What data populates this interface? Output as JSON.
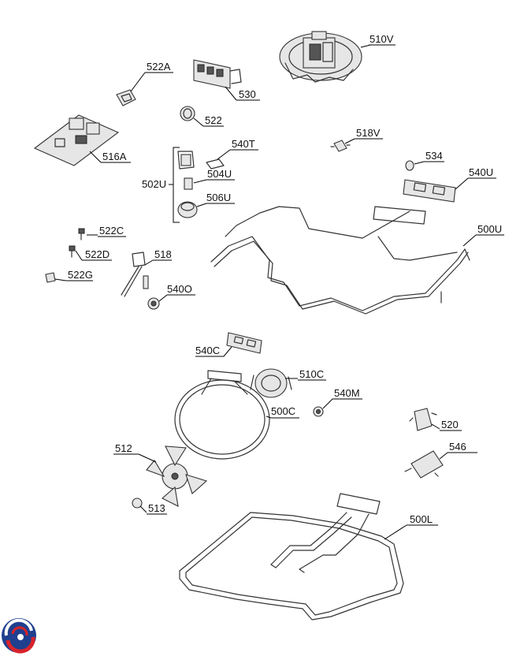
{
  "labels": {
    "p510V": "510V",
    "p522A": "522A",
    "p530": "530",
    "p522": "522",
    "p516A": "516A",
    "p540T": "540T",
    "p518V": "518V",
    "p534": "534",
    "p540U": "540U",
    "p502U": "502U",
    "p504U": "504U",
    "p506U": "506U",
    "p500U": "500U",
    "p522C": "522C",
    "p522D": "522D",
    "p518": "518",
    "p522G": "522G",
    "p540O": "540O",
    "p540C": "540C",
    "p510C": "510C",
    "p540M": "540M",
    "p500C": "500C",
    "p520": "520",
    "p546": "546",
    "p512": "512",
    "p513": "513",
    "p500L": "500L"
  },
  "colors": {
    "logo_blue": "#1f3f8f",
    "logo_red": "#d8232a"
  },
  "logo": {
    "icon": "brand-logo-icon"
  }
}
